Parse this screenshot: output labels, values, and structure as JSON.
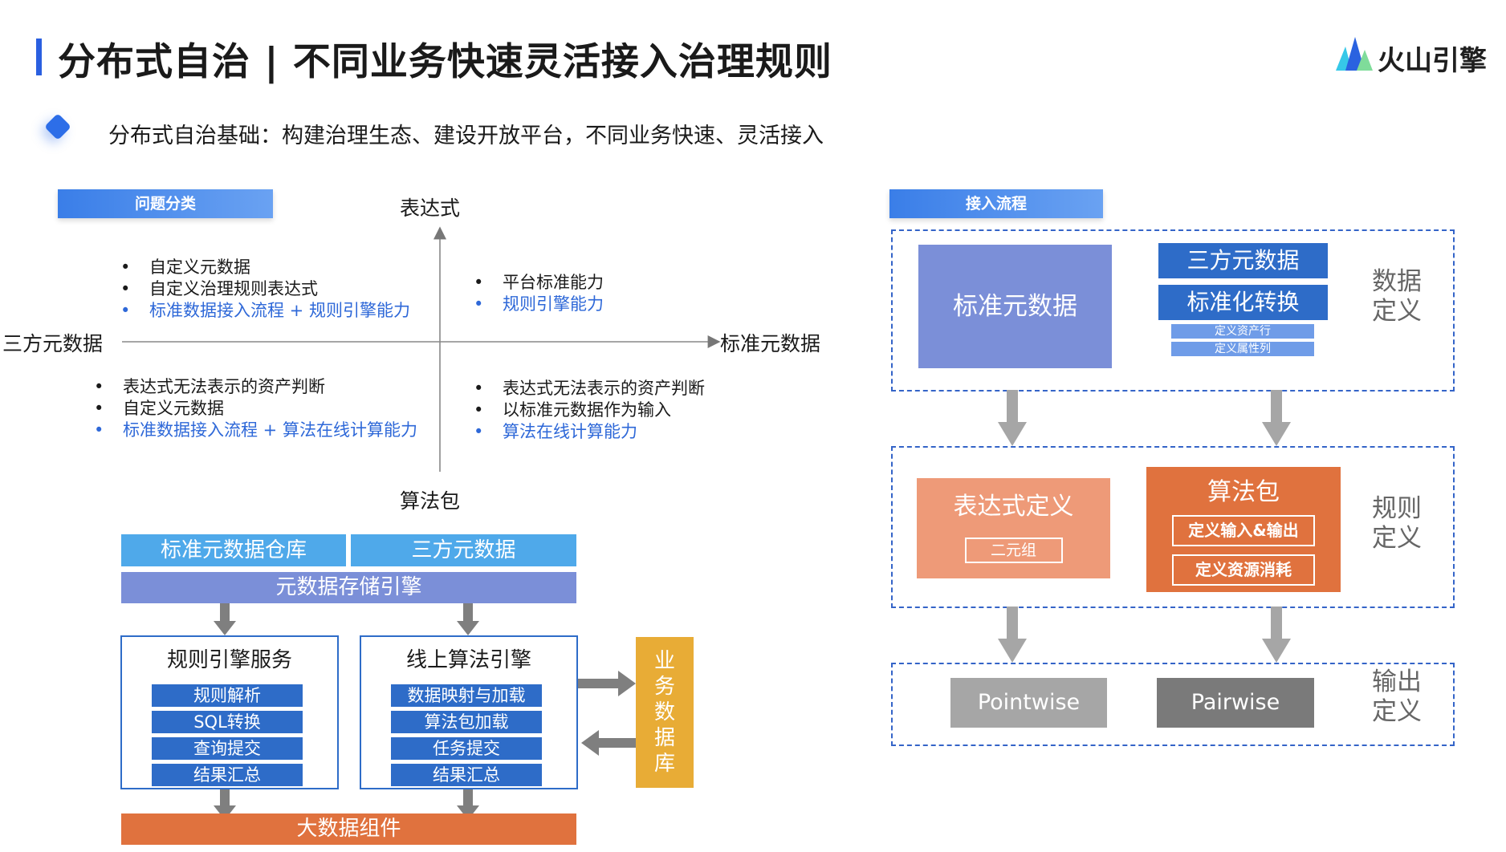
{
  "header": {
    "title": "分布式自治 | 不同业务快速灵活接入治理规则",
    "logo_text": "火山引擎",
    "subtitle": "分布式自治基础：构建治理生态、建设开放平台，不同业务快速、灵活接入"
  },
  "quadrant": {
    "tag": "问题分类",
    "axis_top": "表达式",
    "axis_bottom": "算法包",
    "axis_left": "三方元数据",
    "axis_right": "标准元数据",
    "top_left": [
      "自定义元数据",
      "自定义治理规则表达式",
      "标准数据接入流程 + 规则引擎能力"
    ],
    "top_right": [
      "平台标准能力",
      "规则引擎能力"
    ],
    "bottom_left": [
      "表达式无法表示的资产判断",
      "自定义元数据",
      "标准数据接入流程 + 算法在线计算能力"
    ],
    "bottom_right": [
      "表达式无法表示的资产判断",
      "以标准元数据作为输入",
      "算法在线计算能力"
    ]
  },
  "architecture": {
    "std_warehouse": "标准元数据仓库",
    "third_party": "三方元数据",
    "storage_engine": "元数据存储引擎",
    "rule_service": {
      "title": "规则引擎服务",
      "items": [
        "规则解析",
        "SQL转换",
        "查询提交",
        "结果汇总"
      ]
    },
    "algo_engine": {
      "title": "线上算法引擎",
      "items": [
        "数据映射与加载",
        "算法包加载",
        "任务提交",
        "结果汇总"
      ]
    },
    "business_db": [
      "业",
      "务",
      "数",
      "据",
      "库"
    ],
    "big_data": "大数据组件"
  },
  "flow": {
    "tag": "接入流程",
    "data_def": {
      "std_meta": "标准元数据",
      "third_meta": "三方元数据",
      "std_convert": "标准化转换",
      "sub_items": [
        "定义资产行",
        "定义属性列"
      ],
      "label_lines": [
        "数据",
        "定义"
      ]
    },
    "rule_def": {
      "expr_title": "表达式定义",
      "expr_item": "二元组",
      "algo_title": "算法包",
      "algo_items": [
        "定义输入&输出",
        "定义资源消耗"
      ],
      "label_lines": [
        "规则",
        "定义"
      ]
    },
    "output_def": {
      "pointwise": "Pointwise",
      "pairwise": "Pairwise",
      "label_lines": [
        "输出",
        "定义"
      ]
    }
  },
  "colors": {
    "accent_blue": "#2e68d8",
    "sky": "#4fa9ea",
    "periwinkle": "#7b8fd8",
    "navy_chip": "#2e6cc8",
    "salmon": "#ee9a78",
    "orange": "#e0723e",
    "gold": "#e8ac36",
    "gray_light": "#a6a6a6",
    "gray_dark": "#7a7a7a"
  }
}
